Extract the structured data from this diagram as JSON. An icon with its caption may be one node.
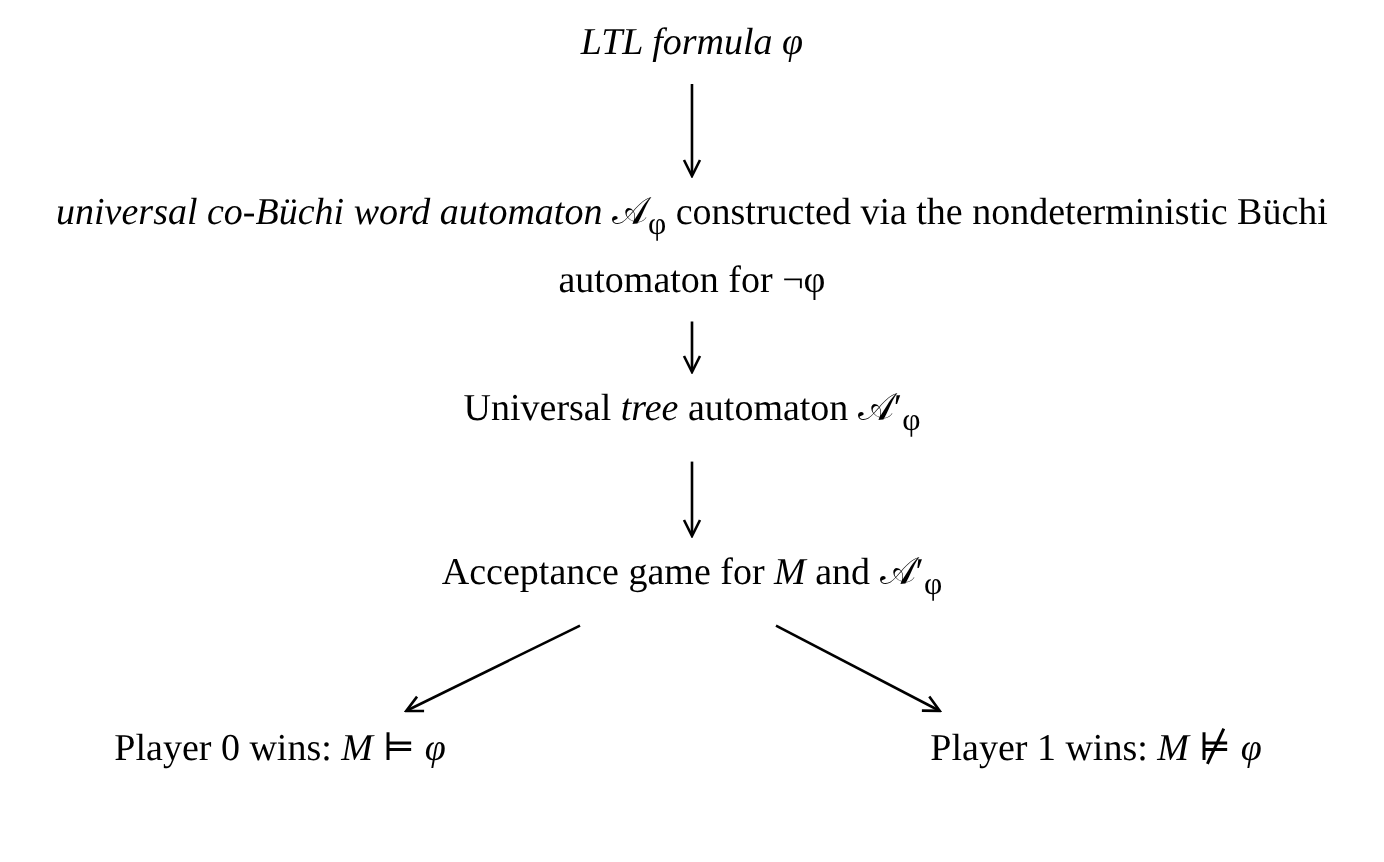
{
  "diagram": {
    "nodes": [
      {
        "text": [
          "LTL formula φ"
        ]
      },
      {
        "text": [
          "*universal co-Büchi word automaton* 𝒜$_{φ}$ constructed via the nondeterministic Büchi automaton for ¬φ"
        ]
      },
      {
        "text": [
          "Universal *tree* automaton 𝒜′$_{φ}$"
        ]
      },
      {
        "text": [
          "Acceptance game for *M* and 𝒜′$_{φ}$"
        ]
      },
      {
        "text": [
          "Player 0 wins: *M* ⊨ *φ*"
        ]
      },
      {
        "text": [
          "Player 1 wins: *M* ⊭ *φ*"
        ]
      }
    ],
    "edges": [
      {
        "from": 0,
        "to": 1,
        "arrow": "to"
      },
      {
        "from": 1,
        "to": 2,
        "arrow": "to"
      },
      {
        "from": 2,
        "to": 3,
        "arrow": "to"
      },
      {
        "from": 3,
        "to": 4,
        "arrow": "to"
      },
      {
        "from": 3,
        "to": 5,
        "arrow": "to"
      }
    ]
  }
}
